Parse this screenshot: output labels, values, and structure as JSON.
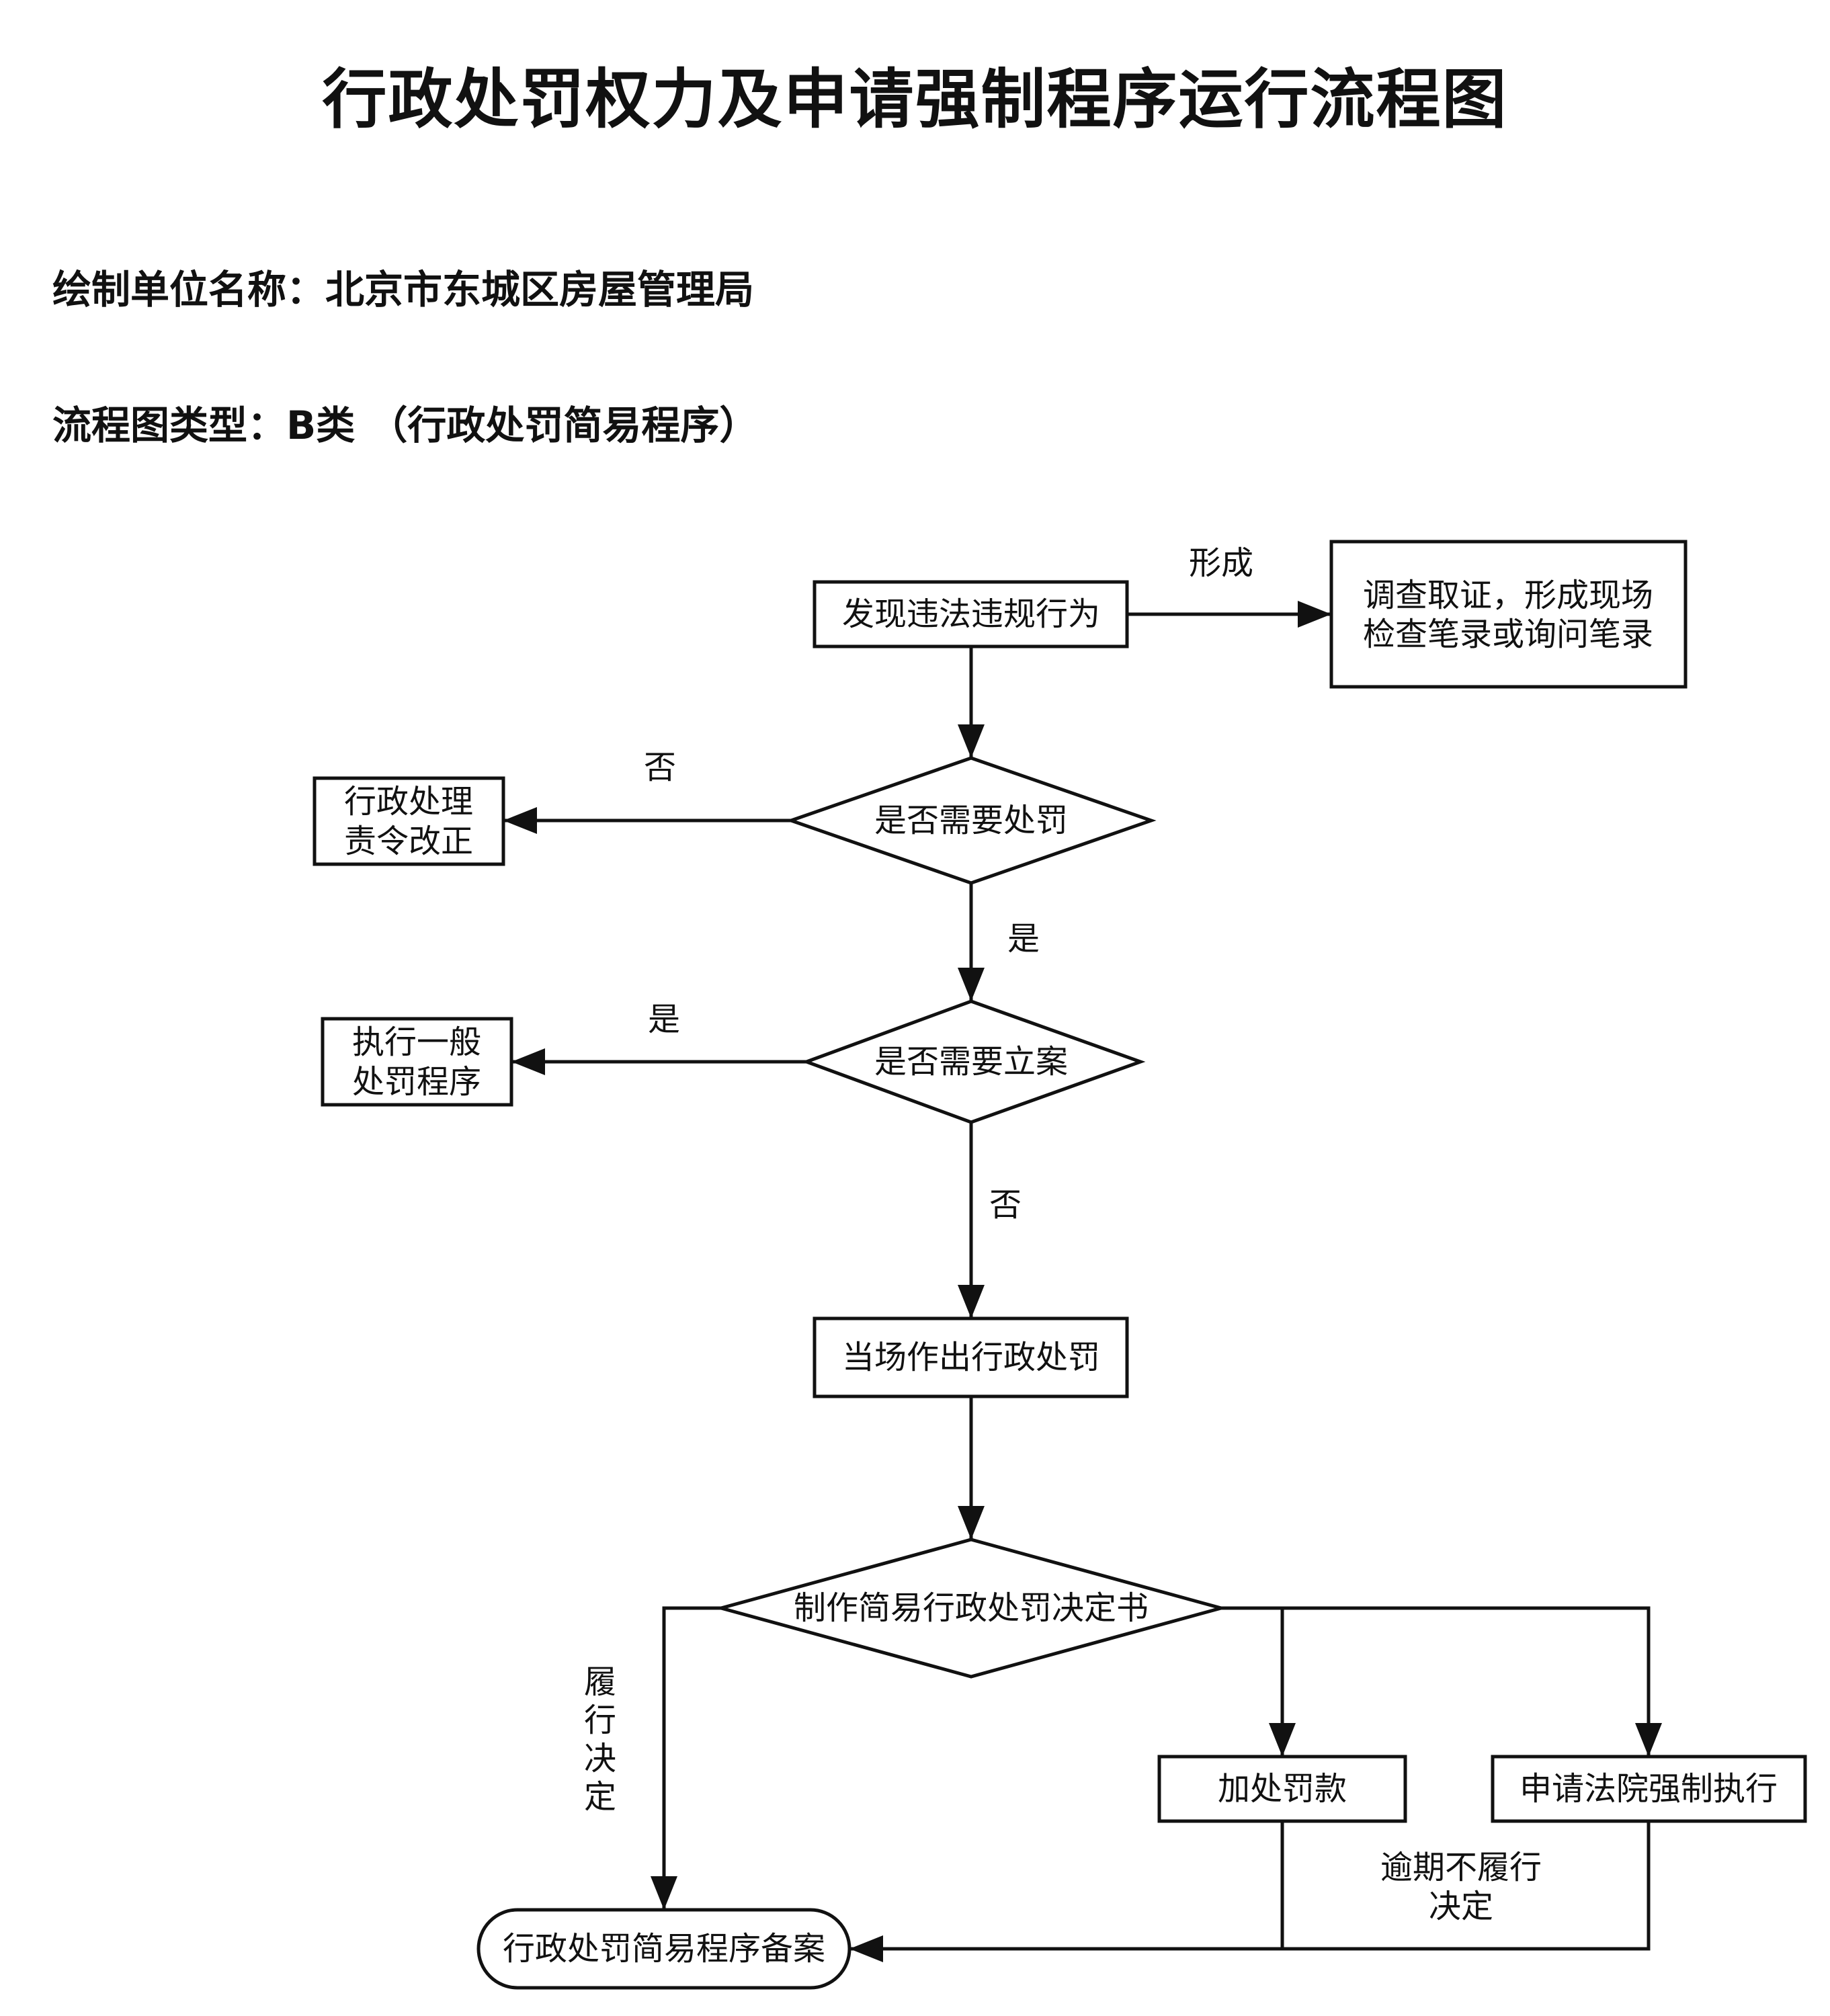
{
  "title": "行政处罚权力及申请强制程序运行流程图",
  "unit": {
    "label": "绘制单位名称：",
    "value": "北京市东城区房屋管理局"
  },
  "chart_type": {
    "label": "流程图类型：",
    "value": "B类 （行政处罚简易程序）"
  },
  "diagram": {
    "nodes": {
      "discover": "发现违法违规行为",
      "investigate": [
        "调查取证，形成现场",
        "检查笔录或询问笔录"
      ],
      "need_penalty": "是否需要处罚",
      "admin_handle": [
        "行政处理",
        "责令改正"
      ],
      "need_case": "是否需要立案",
      "general_proc": [
        "执行一般",
        "处罚程序"
      ],
      "onsite_penalty": "当场作出行政处罚",
      "make_decision": "制作简易行政处罚决定书",
      "extra_fine": "加处罚款",
      "court_enforce": "申请法院强制执行",
      "archive": "行政处罚简易程序备案"
    },
    "edge_labels": {
      "form": "形成",
      "no_1": "否",
      "yes_1": "是",
      "yes_2": "是",
      "no_2": "否",
      "fulfil": [
        "履",
        "行",
        "决",
        "定"
      ],
      "overdue": [
        "逾期不履行",
        "决定"
      ]
    }
  }
}
